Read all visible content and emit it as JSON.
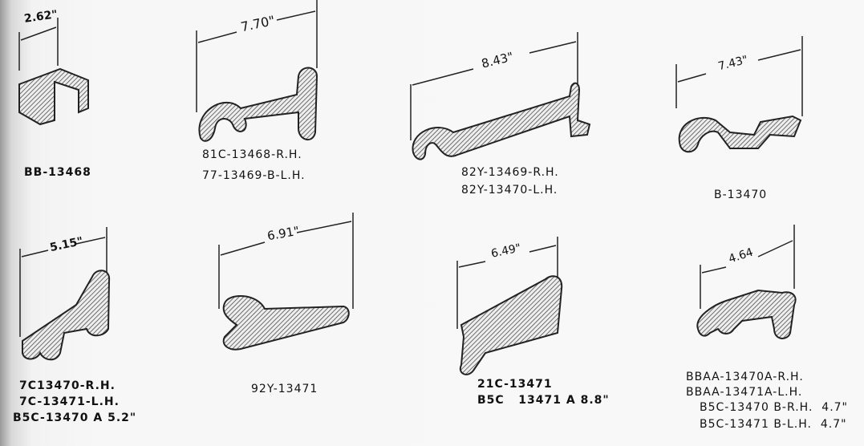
{
  "parts": [
    {
      "dimension": "2.62\"",
      "labels": [
        "BB-13468"
      ]
    },
    {
      "dimension": "7.70\"",
      "labels": [
        "81C-13468-R.H.",
        "77-13469-B-L.H."
      ]
    },
    {
      "dimension": "8.43\"",
      "labels": [
        "82Y-13469-R.H.",
        "82Y-13470-L.H."
      ]
    },
    {
      "dimension": "7.43\"",
      "labels": [
        "B-13470"
      ]
    },
    {
      "dimension": "5.15\"",
      "labels": [
        "7C13470-R.H.",
        "7C-13471-L.H.",
        "B5C-13470 A 5.2\""
      ]
    },
    {
      "dimension": "6.91\"",
      "labels": [
        "92Y-13471"
      ]
    },
    {
      "dimension": "6.49\"",
      "labels": [
        "21C-13471",
        "B5C   13471 A 8.8\""
      ]
    },
    {
      "dimension": "4.64",
      "labels": [
        "BBAA-13470A-R.H.",
        "BBAA-13471A-L.H.",
        "B5C-13470 B-R.H.  4.7\"",
        "B5C-13471 B-L.H.  4.7\""
      ]
    }
  ]
}
